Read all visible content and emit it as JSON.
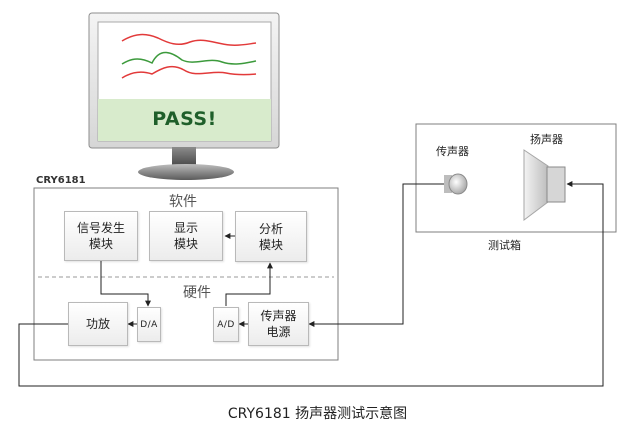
{
  "monitor": {
    "status_text": "PASS!"
  },
  "system": {
    "title": "CRY6181",
    "software_label": "软件",
    "hardware_label": "硬件",
    "modules": {
      "signal_gen": [
        "信号发生",
        "模块"
      ],
      "display": [
        "显示",
        "模块"
      ],
      "analysis": [
        "分析",
        "模块"
      ],
      "amplifier": [
        "功放"
      ],
      "dac": [
        "D/A"
      ],
      "adc": [
        "A/D"
      ],
      "mic_power": [
        "传声器",
        "电源"
      ]
    }
  },
  "test_box": {
    "label": "测试箱",
    "microphone_label": "传声器",
    "speaker_label": "扬声器"
  },
  "caption": "CRY6181 扬声器测试示意图",
  "colors": {
    "pass_bg": "#d8ebcc",
    "curve_red": "#e23a3a",
    "curve_green": "#3c9a3c",
    "line": "#222222",
    "divider": "#9a9a9a"
  }
}
